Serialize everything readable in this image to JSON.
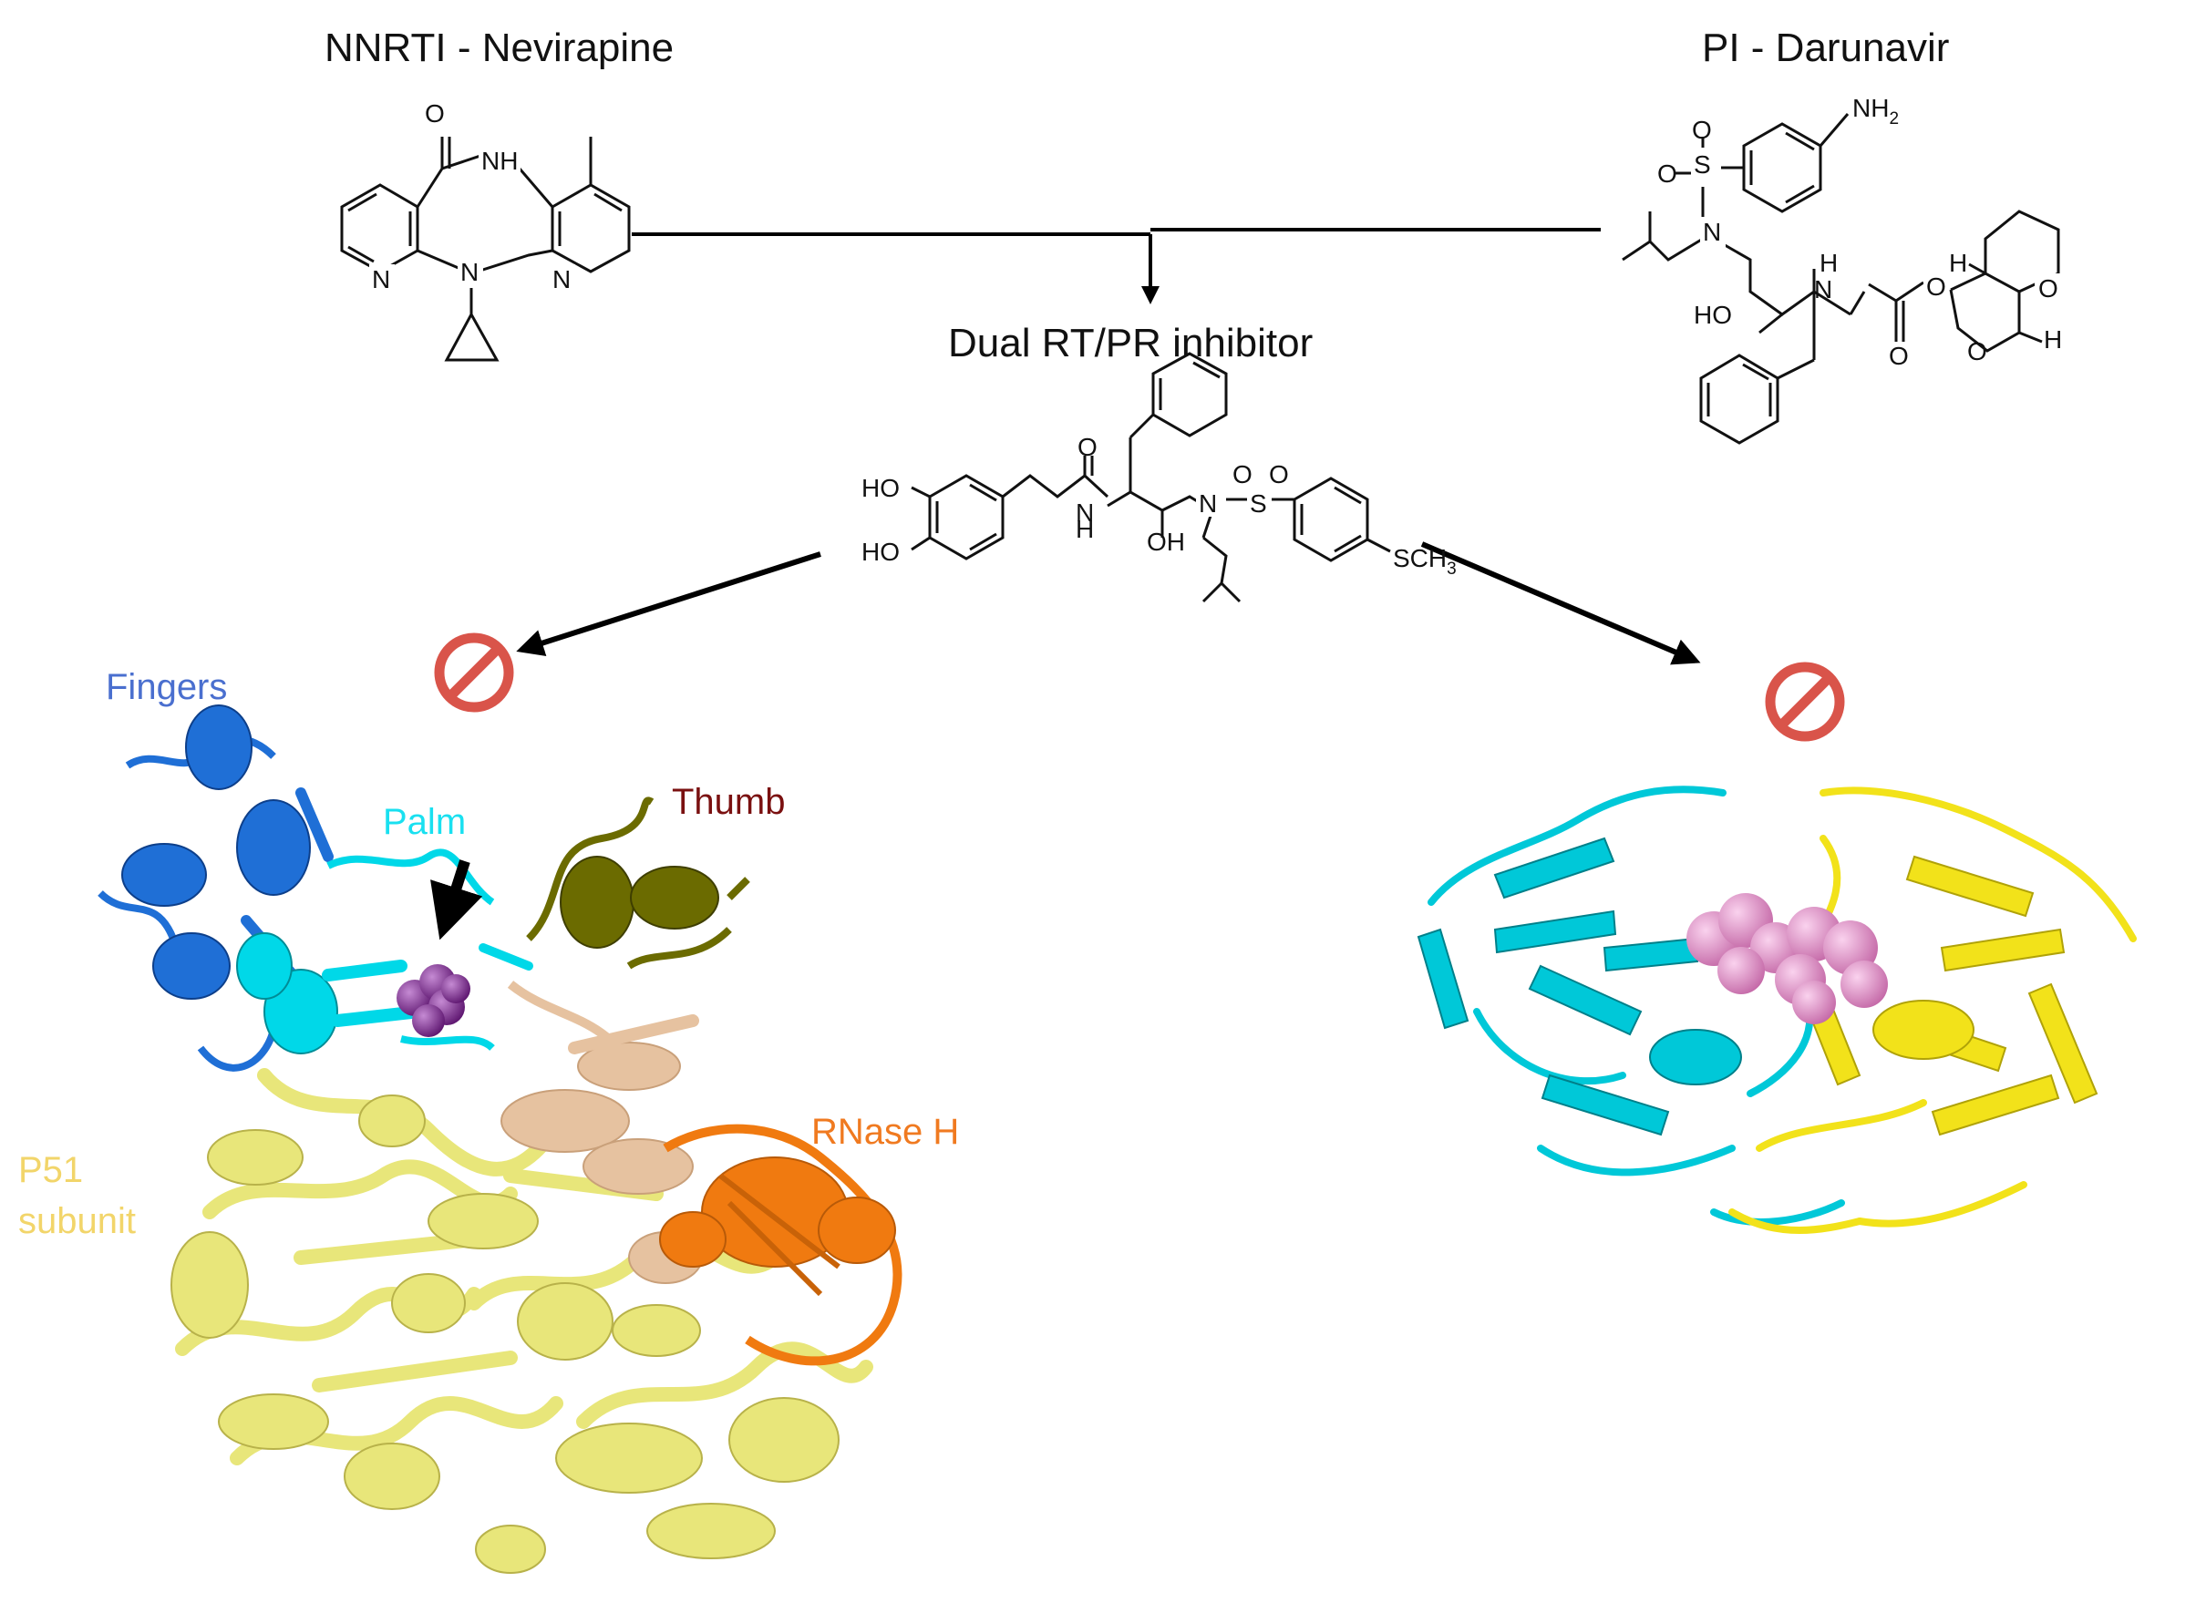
{
  "titles": {
    "nnrti": "NNRTI - Nevirapine",
    "pi": "PI - Darunavir",
    "dual": "Dual RT/PR inhibitor"
  },
  "rt_domains": {
    "fingers": "Fingers",
    "palm": "Palm",
    "thumb": "Thumb",
    "rnase": "RNase H",
    "p51_line1": "P51",
    "p51_line2": "subunit"
  },
  "atoms": {
    "O": "O",
    "N": "N",
    "NH": "NH",
    "H": "H",
    "S": "S",
    "HO": "HO",
    "OH": "OH",
    "NH2": "NH",
    "sub2": "2",
    "sub3": "3",
    "SCH": "SCH"
  },
  "colors": {
    "fingers": "#1f6fd6",
    "palm": "#00d8e8",
    "thumb": "#6b6b00",
    "rnase": "#f07a10",
    "p51": "#e8e67a",
    "connection": "#e6c2a0",
    "thumb_label": "#7a1010",
    "nnrti_ligand": "#8a2a9a",
    "pi_ligand": "#e38fc8",
    "pr_chain_a": "#00c8d8",
    "pr_chain_b": "#f2e21a",
    "prohibit": "#d9544a"
  },
  "icons": [
    "prohibited-icon",
    "arrow-down-icon",
    "arrow-left-icon",
    "arrow-right-icon"
  ]
}
